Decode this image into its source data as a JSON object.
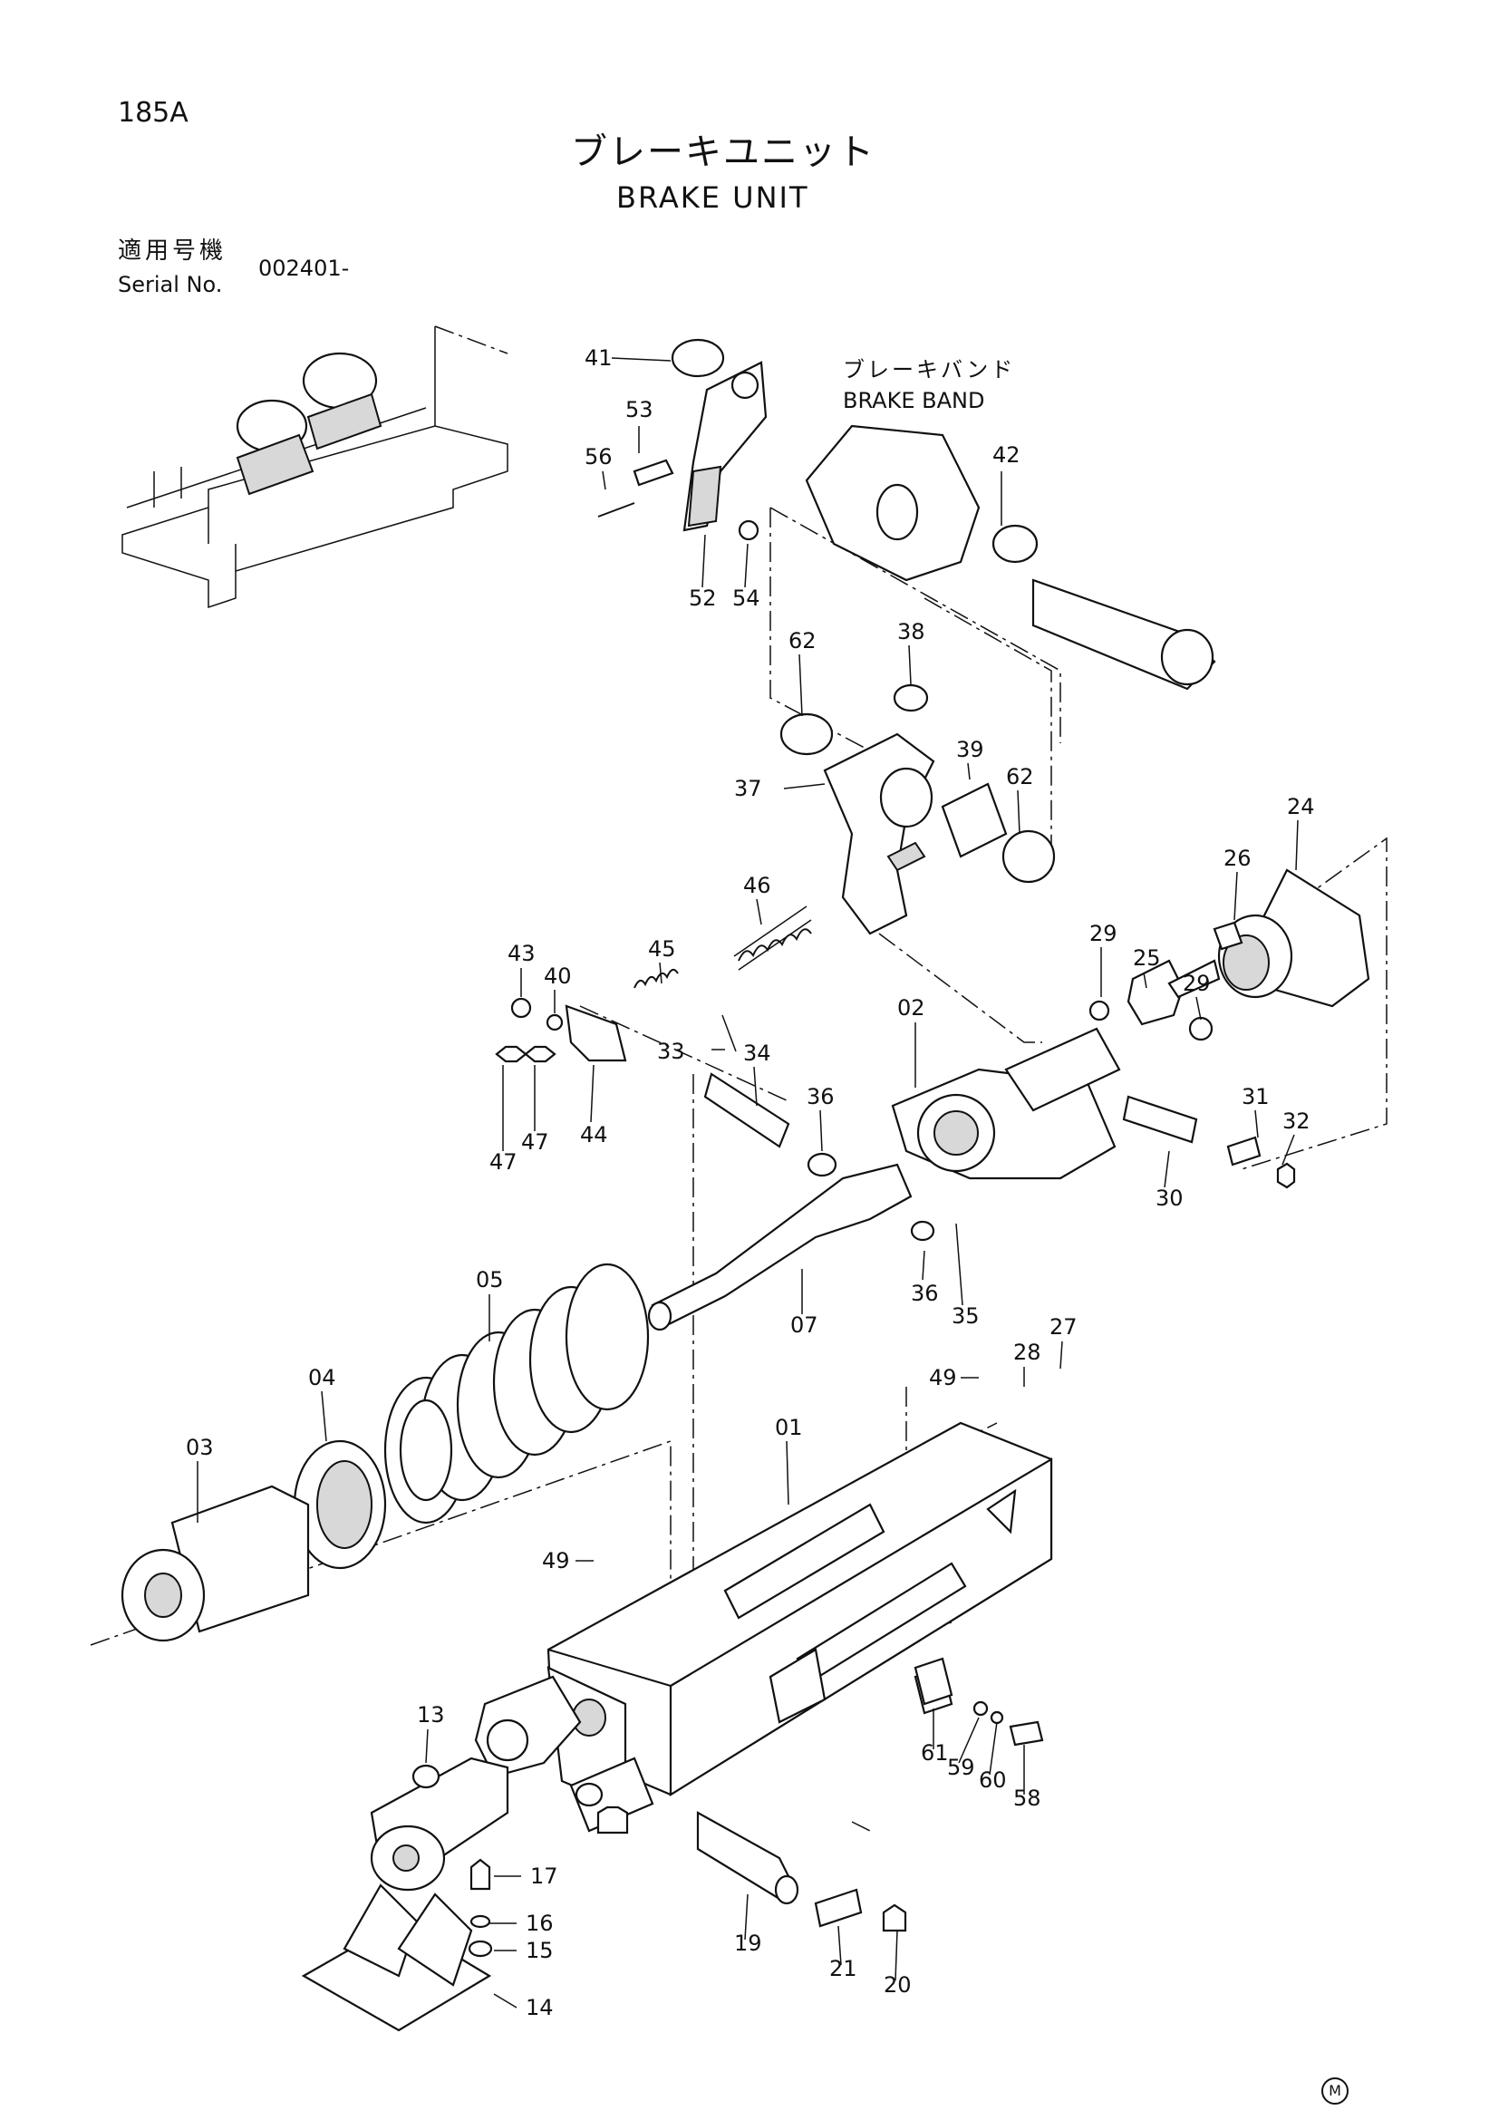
{
  "page_number": "185A",
  "title": {
    "japanese": "ブレーキユニット",
    "english": "BRAKE UNIT"
  },
  "serial": {
    "label_japanese": "適用号機",
    "label_english": "Serial No.",
    "value": "002401-"
  },
  "brake_band_label": {
    "japanese": "ブレーキバンド",
    "english": "BRAKE BAND"
  },
  "corner_mark": "M",
  "callouts": [
    "41",
    "53",
    "56",
    "52",
    "54",
    "42",
    "62",
    "38",
    "37",
    "39",
    "62",
    "24",
    "26",
    "46",
    "45",
    "43",
    "40",
    "25",
    "29",
    "29",
    "02",
    "33",
    "34",
    "36",
    "47",
    "47",
    "44",
    "31",
    "32",
    "30",
    "36",
    "35",
    "07",
    "05",
    "27",
    "28",
    "49",
    "04",
    "01",
    "03",
    "49",
    "13",
    "17",
    "16",
    "15",
    "14",
    "19",
    "21",
    "20",
    "61",
    "59",
    "60",
    "58"
  ]
}
